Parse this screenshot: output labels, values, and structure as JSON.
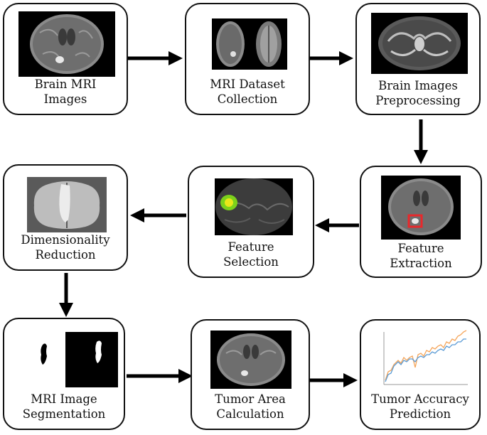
{
  "diagram": {
    "nodes": [
      {
        "id": "brain-mri-images",
        "label": "Brain MRI\nImages"
      },
      {
        "id": "mri-dataset-collection",
        "label": "MRI Dataset\nCollection"
      },
      {
        "id": "brain-images-preprocessing",
        "label": "Brain Images\nPreprocessing"
      },
      {
        "id": "feature-extraction",
        "label": "Feature\nExtraction"
      },
      {
        "id": "feature-selection",
        "label": "Feature\nSelection"
      },
      {
        "id": "dimensionality-reduction",
        "label": "Dimensionality\nReduction"
      },
      {
        "id": "mri-image-segmentation",
        "label": "MRI Image\nSegmentation"
      },
      {
        "id": "tumor-area-calculation",
        "label": "Tumor Area\nCalculation"
      },
      {
        "id": "tumor-accuracy-prediction",
        "label": "Tumor Accuracy\nPrediction"
      }
    ],
    "edges": [
      {
        "from": "brain-mri-images",
        "to": "mri-dataset-collection"
      },
      {
        "from": "mri-dataset-collection",
        "to": "brain-images-preprocessing"
      },
      {
        "from": "brain-images-preprocessing",
        "to": "feature-extraction"
      },
      {
        "from": "feature-extraction",
        "to": "feature-selection"
      },
      {
        "from": "feature-selection",
        "to": "dimensionality-reduction"
      },
      {
        "from": "dimensionality-reduction",
        "to": "mri-image-segmentation"
      },
      {
        "from": "mri-image-segmentation",
        "to": "tumor-area-calculation"
      },
      {
        "from": "tumor-area-calculation",
        "to": "tumor-accuracy-prediction"
      }
    ],
    "colors": {
      "border": "#111111",
      "arrow": "#000000",
      "mri_background": "#000000",
      "highlight_box": "#e8282b",
      "heatmap": "#7cd11c",
      "plot_orange": "#f5a55a",
      "plot_blue": "#5b9bd5"
    }
  }
}
